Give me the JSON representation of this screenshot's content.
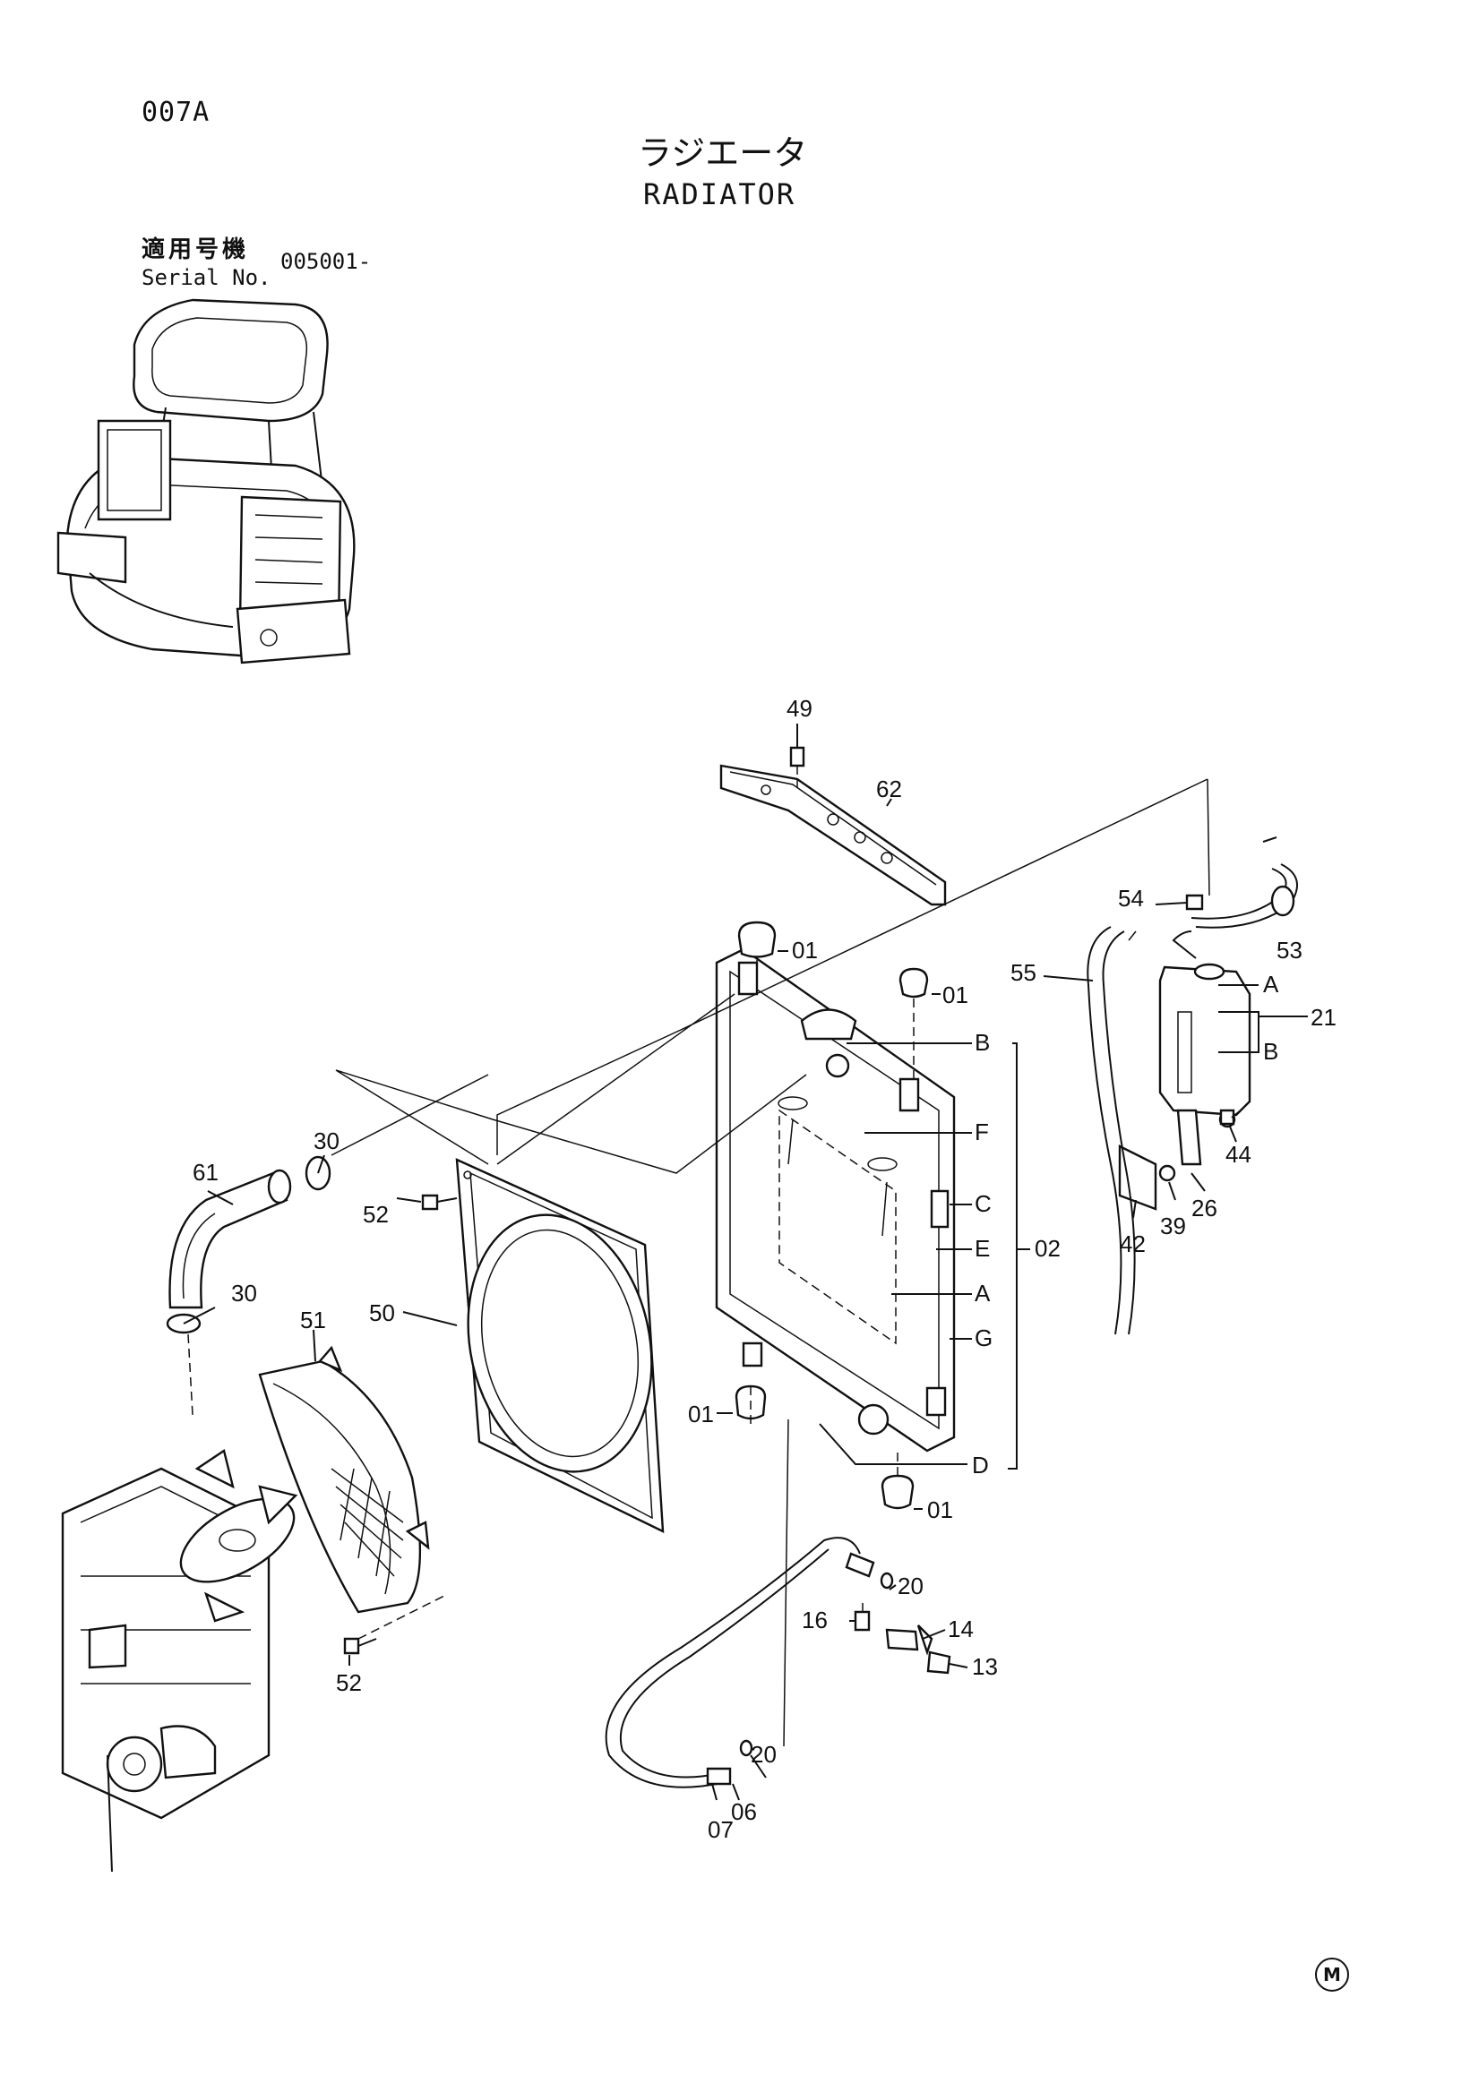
{
  "page": {
    "code": "007A",
    "title_jp": "ラジエータ",
    "title_en": "RADIATOR",
    "serial_label_jp": "適用号機",
    "serial_label_en": "Serial No.",
    "serial_range": "005001-",
    "maker_mark": "M"
  },
  "callouts": [
    "49",
    "62",
    "01",
    "01",
    "54",
    "53",
    "55",
    "A",
    "21",
    "B",
    "B",
    "F",
    "C",
    "E",
    "02",
    "A",
    "G",
    "30",
    "61",
    "52",
    "50",
    "30",
    "51",
    "01",
    "D",
    "01",
    "44",
    "26",
    "39",
    "42",
    "20",
    "16",
    "14",
    "13",
    "20",
    "06",
    "07",
    "52"
  ],
  "icons": [
    "excavator-cab-illustration",
    "radiator-core",
    "fan-shroud",
    "fan-guard",
    "engine-block",
    "reserve-tank",
    "upper-hose",
    "drain-hose",
    "mounting-bracket"
  ]
}
